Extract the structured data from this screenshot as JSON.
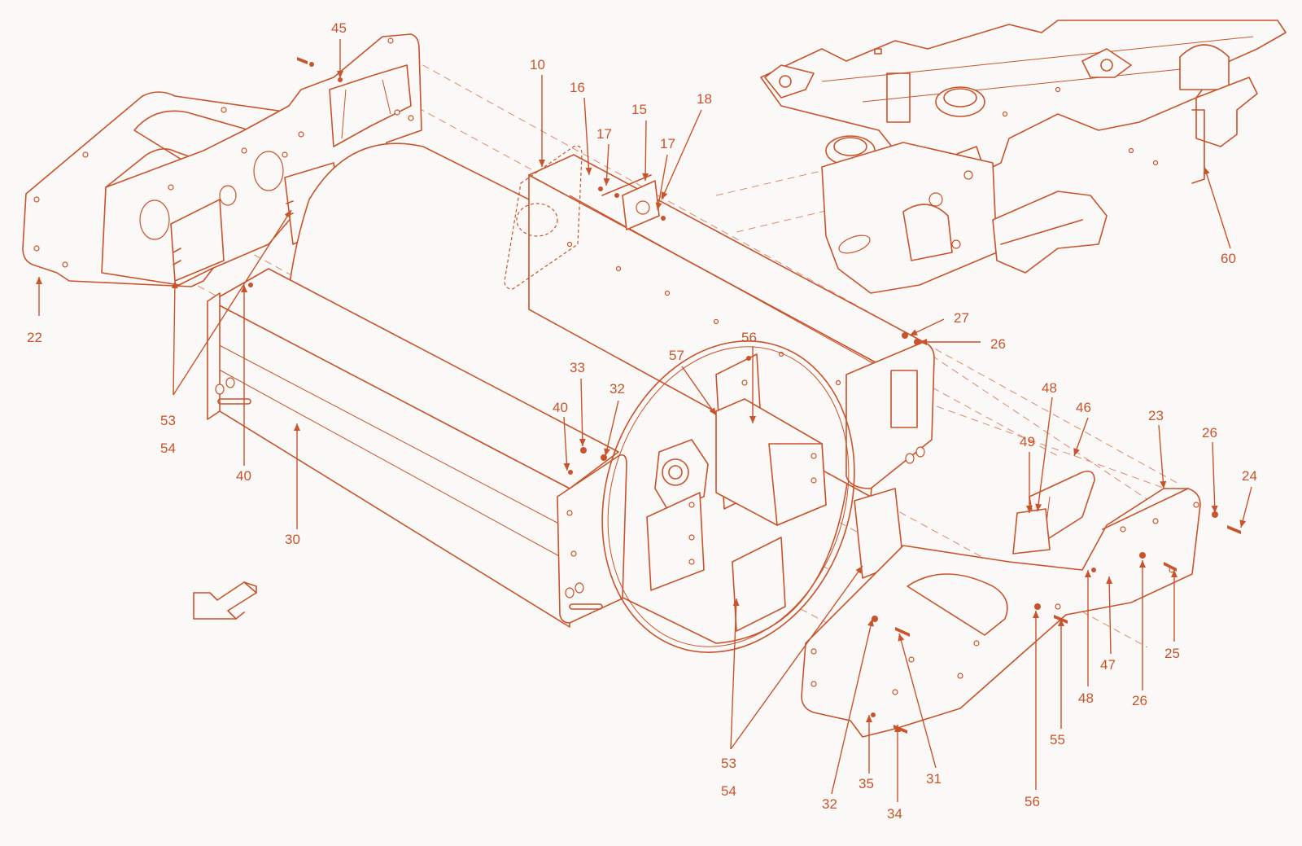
{
  "colors": {
    "line": "#c9532b",
    "background": "#fbf9f7",
    "dashed": "#d98b6c"
  },
  "icons": {
    "direction_arrow": "direction-arrow-icon"
  },
  "callouts": [
    {
      "id": "c45",
      "text": "45"
    },
    {
      "id": "c10",
      "text": "10"
    },
    {
      "id": "c16",
      "text": "16"
    },
    {
      "id": "c17a",
      "text": "17"
    },
    {
      "id": "c15",
      "text": "15"
    },
    {
      "id": "c17b",
      "text": "17"
    },
    {
      "id": "c18",
      "text": "18"
    },
    {
      "id": "c60",
      "text": "60"
    },
    {
      "id": "c22",
      "text": "22"
    },
    {
      "id": "c53a",
      "text": "53"
    },
    {
      "id": "c54a",
      "text": "54"
    },
    {
      "id": "c40a",
      "text": "40"
    },
    {
      "id": "c30",
      "text": "30"
    },
    {
      "id": "c27",
      "text": "27"
    },
    {
      "id": "c26a",
      "text": "26"
    },
    {
      "id": "c56a",
      "text": "56"
    },
    {
      "id": "c57",
      "text": "57"
    },
    {
      "id": "c33",
      "text": "33"
    },
    {
      "id": "c32a",
      "text": "32"
    },
    {
      "id": "c40b",
      "text": "40"
    },
    {
      "id": "c48a",
      "text": "48"
    },
    {
      "id": "c46",
      "text": "46"
    },
    {
      "id": "c23",
      "text": "23"
    },
    {
      "id": "c26b",
      "text": "26"
    },
    {
      "id": "c49",
      "text": "49"
    },
    {
      "id": "c24",
      "text": "24"
    },
    {
      "id": "c47",
      "text": "47"
    },
    {
      "id": "c25",
      "text": "25"
    },
    {
      "id": "c48b",
      "text": "48"
    },
    {
      "id": "c26c",
      "text": "26"
    },
    {
      "id": "c55",
      "text": "55"
    },
    {
      "id": "c31",
      "text": "31"
    },
    {
      "id": "c53b",
      "text": "53"
    },
    {
      "id": "c54b",
      "text": "54"
    },
    {
      "id": "c32b",
      "text": "32"
    },
    {
      "id": "c35",
      "text": "35"
    },
    {
      "id": "c34",
      "text": "34"
    },
    {
      "id": "c56b",
      "text": "56"
    }
  ]
}
